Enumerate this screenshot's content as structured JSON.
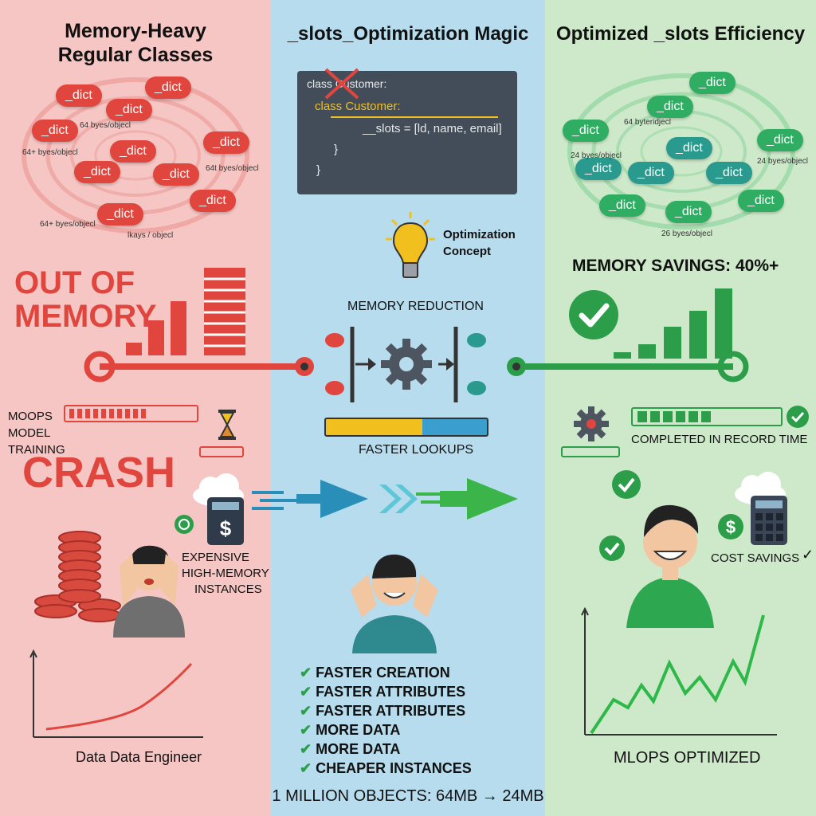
{
  "left": {
    "title_line1": "Memory-Heavy",
    "title_line2": "Regular Classes",
    "dict_label": "_dict",
    "bytes_labels": [
      "64 byes/objecl",
      "64+ byes/objecl",
      "64t byes/objecl",
      "64+ byes/objecl",
      "lkays / objecl"
    ],
    "out_of_memory_line1": "OUT OF",
    "out_of_memory_line2": "MEMORY",
    "moops_line1": "MOOPS",
    "moops_line2": "MODEL",
    "moops_line3": "TRAINING",
    "crash": "CRASH",
    "expensive_line1": "EXPENSIVE",
    "expensive_line2": "HIGH-MEMORY",
    "expensive_line3": "INSTANCES",
    "footer": "Data Data Engineer"
  },
  "middle": {
    "title": "_slots_Optimization Magic",
    "code_lines": [
      "class Customer:",
      "class Customer:",
      "__slots = [ld, name, email]",
      "}",
      "}"
    ],
    "optimization_concept_line1": "Optimization",
    "optimization_concept_line2": "Concept",
    "memory_reduction": "MEMORY REDUCTION",
    "faster_lookups": "FASTER LOOKUPS",
    "benefits": [
      "FASTER CREATION",
      "FASTER ATTRIBUTES",
      "FASTER ATTRIBUTES",
      "MORE DATA",
      "MORE DATA",
      "CHEAPER INSTANCES"
    ],
    "footer": "1 MILLION OBJECTS: 64MB → 24MB"
  },
  "right": {
    "title": "Optimized _slots Efficiency",
    "dict_label": "_dict",
    "bytes_labels": [
      "64 byteridjecl",
      "24 byes/objecl",
      "24 byes/objecl",
      "26 byes/objecl"
    ],
    "memory_savings": "MEMORY SAVINGS: 40%+",
    "completed": "COMPLETED IN RECORD TIME",
    "cost_savings": "COST SAVINGS",
    "footer": "MLOPS OPTIMIZED"
  },
  "colors": {
    "red": "#e0453e",
    "green": "#2c9e4a",
    "teal": "#2a8a96",
    "yellow": "#f2c01e"
  }
}
